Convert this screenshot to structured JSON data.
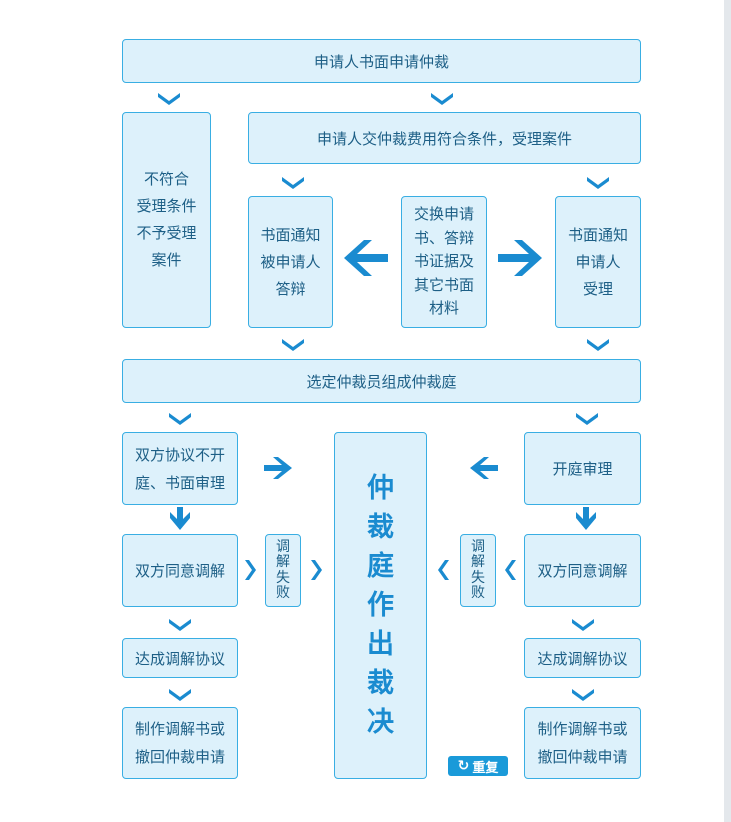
{
  "flow": {
    "apply": [
      "申请人书面申请仲裁"
    ],
    "reject": [
      "不符合",
      "受理条件",
      "不予受理",
      "案件"
    ],
    "accept": [
      "申请人交仲裁费用符合条件，受理案件"
    ],
    "notify_respondent": [
      "书面通知",
      "被申请人",
      "答辩"
    ],
    "exchange": [
      "交换申请",
      "书、答辩",
      "书证据及",
      "其它书面",
      "材料"
    ],
    "notify_applicant": [
      "书面通知",
      "申请人",
      "受理"
    ],
    "tribunal": [
      "选定仲裁员组成仲裁庭"
    ],
    "written_review": [
      "双方协议不开",
      "庭、书面审理"
    ],
    "hearing": [
      "开庭审理"
    ],
    "mediate_left": [
      "双方同意调解"
    ],
    "mediate_right": [
      "双方同意调解"
    ],
    "fail_left": [
      "调",
      "解",
      "失",
      "败"
    ],
    "fail_right": [
      "调",
      "解",
      "失",
      "败"
    ],
    "award": [
      "仲",
      "裁",
      "庭",
      "作",
      "出",
      "裁",
      "决"
    ],
    "agreement_left": [
      "达成调解协议"
    ],
    "agreement_right": [
      "达成调解协议"
    ],
    "final_left": [
      "制作调解书或",
      "撤回仲裁申请"
    ],
    "final_right": [
      "制作调解书或",
      "撤回仲裁申请"
    ]
  },
  "replay_button": {
    "label": "重复",
    "icon": "refresh-icon"
  },
  "colors": {
    "box_fill": "#ddf1fb",
    "box_border": "#39aee3",
    "text": "#1d5f86",
    "arrow": "#1a8bd0",
    "award_text": "#1a8bd0",
    "button": "#1a9ad9"
  }
}
